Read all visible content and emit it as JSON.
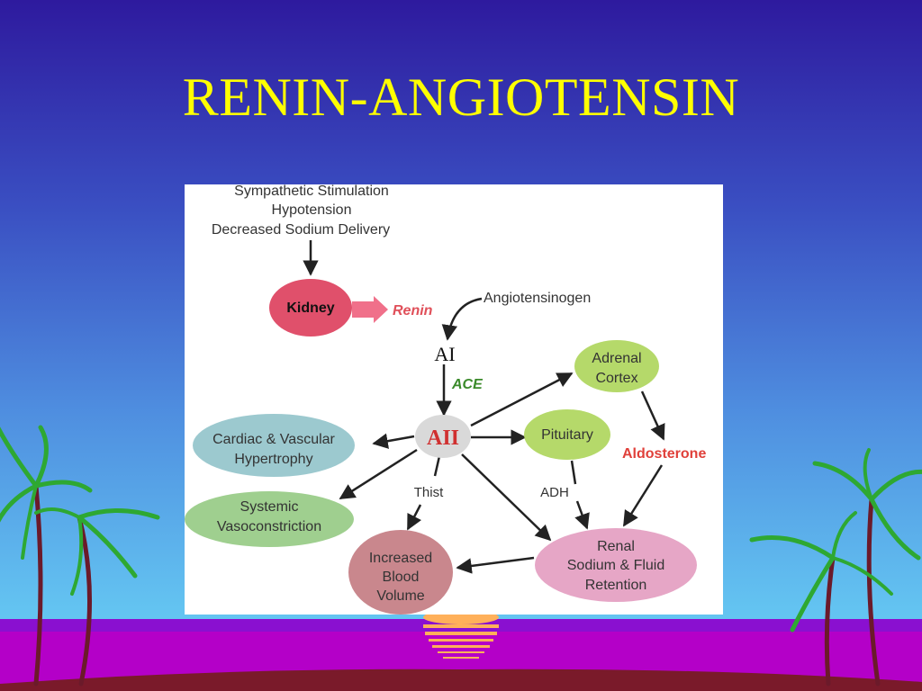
{
  "slide": {
    "title": "RENIN-ANGIOTENSIN"
  },
  "diagram": {
    "triggers": [
      "Sympathetic Stimulation",
      "Hypotension",
      "Decreased Sodium Delivery"
    ],
    "kidney": "Kidney",
    "renin": "Renin",
    "angiotensinogen": "Angiotensinogen",
    "ai": "AI",
    "ace": "ACE",
    "aii": "AII",
    "adrenal_cortex": [
      "Adrenal",
      "Cortex"
    ],
    "pituitary": "Pituitary",
    "aldosterone": "Aldosterone",
    "cardiac": [
      "Cardiac & Vascular",
      "Hypertrophy"
    ],
    "systemic": [
      "Systemic",
      "Vasoconstriction"
    ],
    "thirst": "Thist",
    "adh": "ADH",
    "blood_volume": [
      "Increased",
      "Blood",
      "Volume"
    ],
    "renal": [
      "Renal",
      "Sodium & Fluid",
      "Retention"
    ]
  },
  "colors": {
    "title": "#ffff00",
    "kidney_fill": "#e0506b",
    "renin_text": "#e0505a",
    "ace_text": "#3a8a2a",
    "aii_text": "#d03030",
    "aii_fill": "#d9d9d9",
    "adrenal_fill": "#b5d96a",
    "cardiac_fill": "#9cc9cf",
    "systemic_fill": "#9fcf8f",
    "blood_volume_fill": "#c9878d",
    "renal_fill": "#e6a6c6",
    "aldosterone_text": "#e0403a",
    "sea": "#b400c8",
    "sun": "#ffb05a",
    "palm_green": "#2ea832"
  }
}
